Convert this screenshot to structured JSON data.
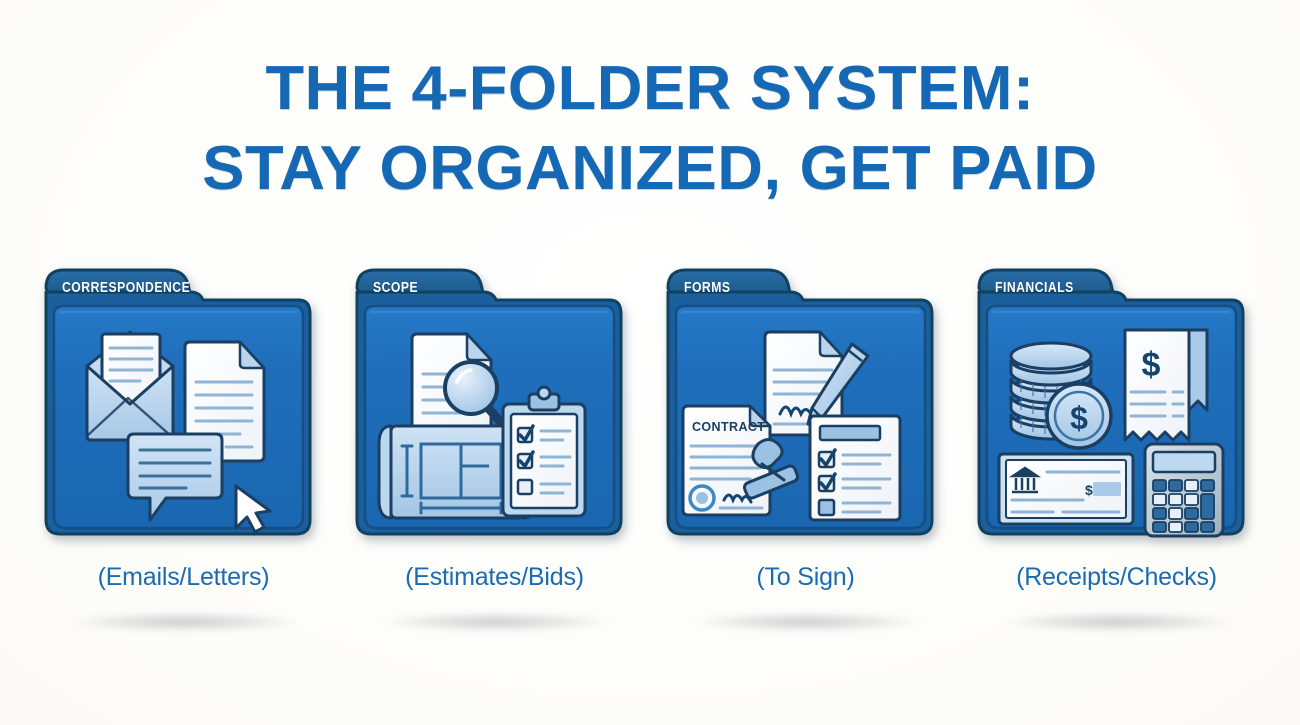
{
  "page": {
    "background_color": "#fdfdfb",
    "accent_color": "#1568b4"
  },
  "title": {
    "line1": "THE 4-FOLDER SYSTEM:",
    "line2": "STAY ORGANIZED, GET PAID",
    "color": "#1568b4"
  },
  "folders": [
    {
      "tab_label": "CORRESPONDENCE",
      "caption": "(Emails/Letters)",
      "body_color": "#1f70bd",
      "tab_color": "#1a5f9e",
      "icons": [
        "envelope-icon",
        "document-icon",
        "speech-bubble-icon",
        "cursor-icon"
      ]
    },
    {
      "tab_label": "SCOPE",
      "caption": "(Estimates/Bids)",
      "body_color": "#1f70bd",
      "tab_color": "#1a5f9e",
      "icons": [
        "document-magnifier-icon",
        "blueprint-icon",
        "clipboard-checklist-icon"
      ]
    },
    {
      "tab_label": "FORMS",
      "caption": "(To Sign)",
      "body_color": "#1f70bd",
      "tab_color": "#1a5f9e",
      "icons": [
        "signed-document-icon",
        "pen-icon",
        "contract-icon",
        "stamp-icon",
        "checklist-form-icon"
      ],
      "contract_label": "CONTRACT"
    },
    {
      "tab_label": "FINANCIALS",
      "caption": "(Receipts/Checks)",
      "body_color": "#1f70bd",
      "tab_color": "#1a5f9e",
      "icons": [
        "coins-icon",
        "receipt-icon",
        "check-icon",
        "calculator-icon",
        "bank-icon"
      ],
      "currency_symbol": "$"
    }
  ]
}
